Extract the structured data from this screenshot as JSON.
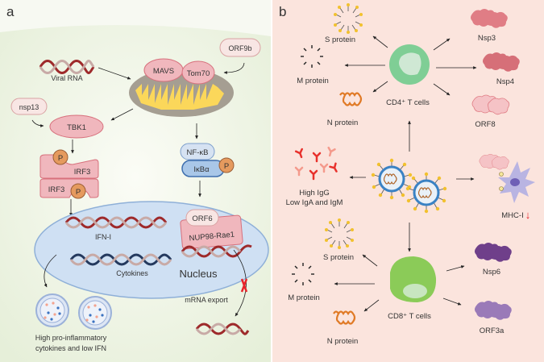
{
  "panel_a": {
    "letter": "a",
    "viral_rna": "Viral RNA",
    "orf9b": "ORF9b",
    "mavs": "MAVS",
    "tom70": "Tom70",
    "nsp13": "nsp13",
    "tbk1": "TBK1",
    "irf3_top": "IRF3",
    "irf3_bottom": "IRF3",
    "phospho": "P",
    "nfkb": "NF-κB",
    "ikba": "IκBα",
    "orf6": "ORF6",
    "nup98": "NUP98-Rae1",
    "ifn": "IFN-I",
    "cytokines": "Cytokines",
    "nucleus": "Nucleus",
    "mrna_export": "mRNA export",
    "outcome_line1": "High pro-inflammatory",
    "outcome_line2": "cytokines and low IFN"
  },
  "panel_b": {
    "letter": "b",
    "cd4_label": "CD4⁺ T cells",
    "cd8_label": "CD8⁺ T cells",
    "cd4_targets": {
      "s_protein": "S protein",
      "m_protein": "M protein",
      "n_protein": "N protein",
      "nsp3": "Nsp3",
      "nsp4": "Nsp4",
      "orf8": "ORF8"
    },
    "cd8_targets": {
      "s_protein": "S protein",
      "m_protein": "M protein",
      "n_protein": "N protein",
      "nsp6": "Nsp6",
      "orf3a": "ORF3a"
    },
    "antibody_line1": "High IgG",
    "antibody_line2": "Low IgA and IgM",
    "mhc": "MHC-I",
    "mhc_arrow": "↓"
  },
  "colors": {
    "panel_a_bg": "#eef3e3",
    "panel_b_bg": "#fbe4dd",
    "protein_pink": "#f0b7bd",
    "protein_stroke": "#d7707c",
    "phospho_orange": "#e59a5e",
    "nucleus_blue": "#cfe0f3",
    "nfkb_blue": "#d6e2f2",
    "ikba_blue": "#a9c7e8",
    "cd4_green": "#7fce95",
    "cd8_green": "#8bcb58",
    "nsp6_purple": "#6f3f8a",
    "orf3a_purple": "#9a7ab8",
    "block_red": "#e8232a"
  }
}
